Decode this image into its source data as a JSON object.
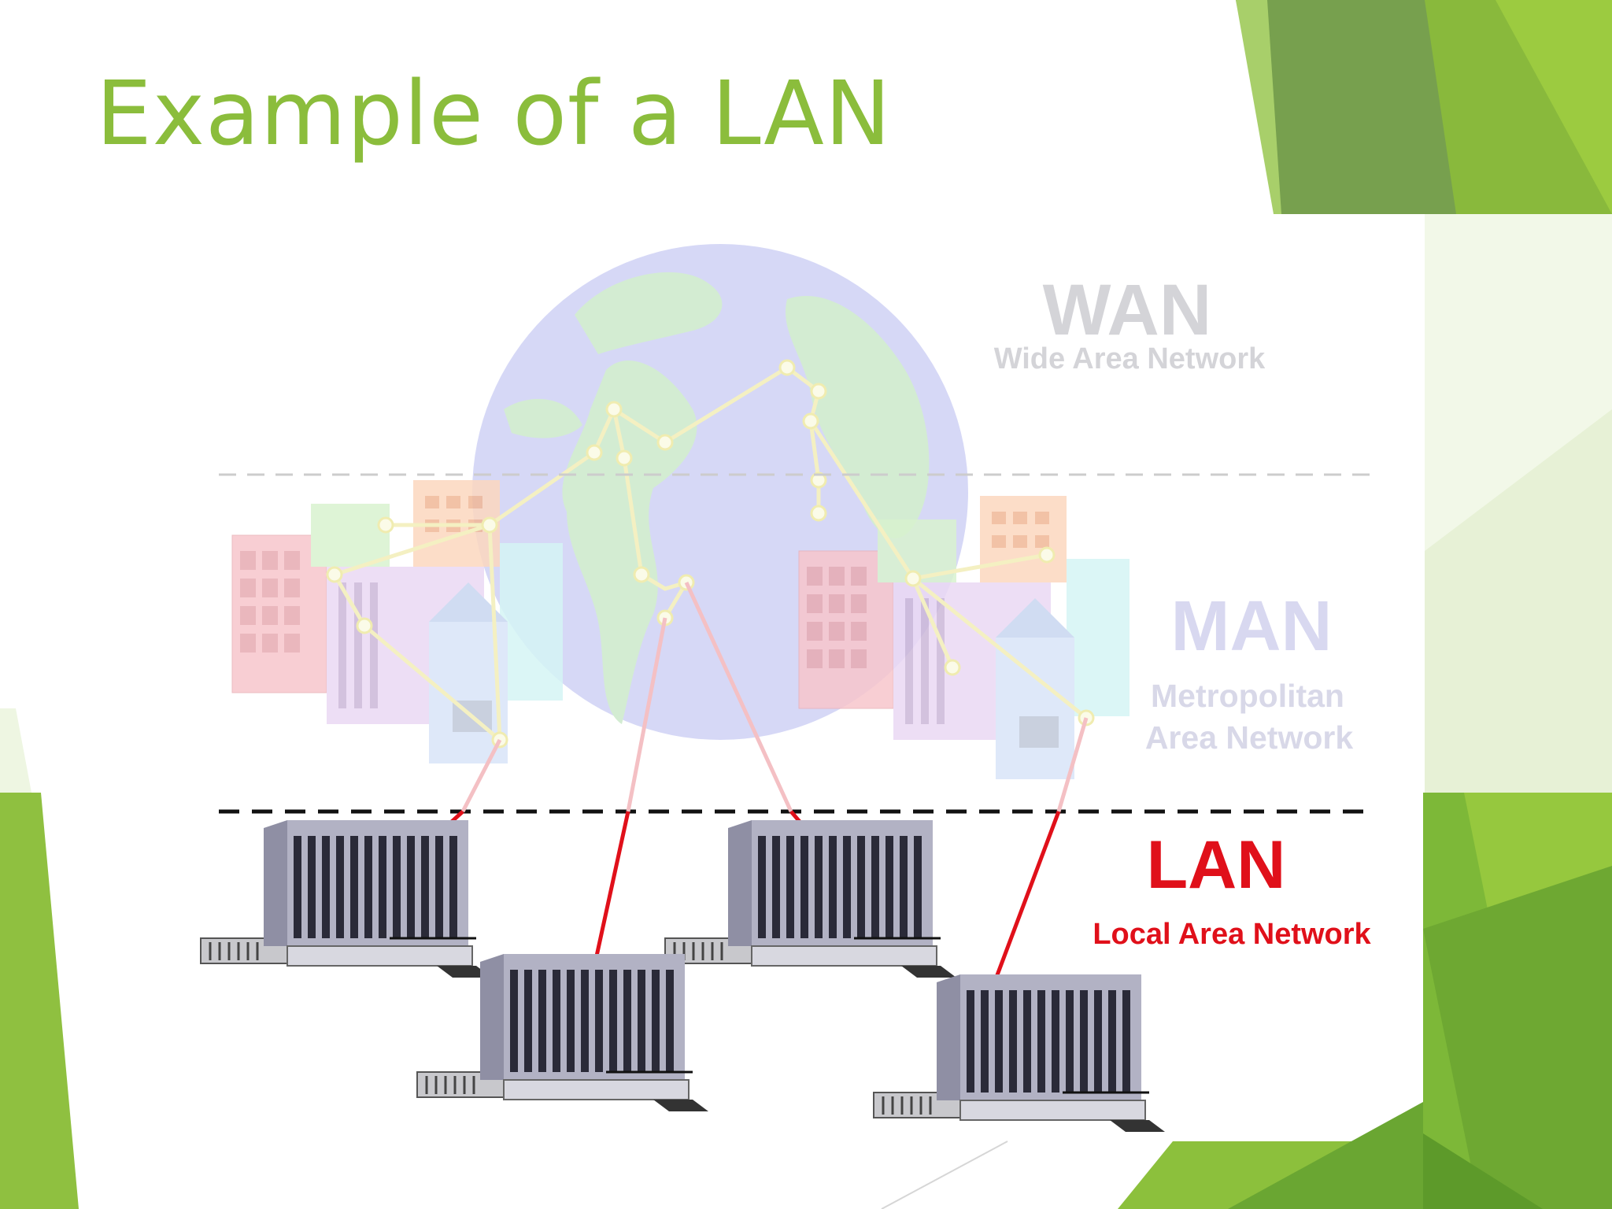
{
  "slide": {
    "title": "Example of a LAN"
  },
  "diagram": {
    "wan": {
      "label": "WAN",
      "caption": "Wide Area Network"
    },
    "man": {
      "label": "MAN",
      "caption_line1": "Metropolitan",
      "caption_line2": "Area Network"
    },
    "lan": {
      "label": "LAN",
      "caption": "Local Area Network"
    }
  },
  "colors": {
    "accent_green": "#8bbd3c",
    "dark_green": "#6f9a4b",
    "lan_red": "#e0101a",
    "faded_text": "#d2d2d8",
    "faded_man": "#d6d6ee"
  },
  "icons": [
    "globe-icon",
    "office-building-icon",
    "city-building-icon"
  ]
}
